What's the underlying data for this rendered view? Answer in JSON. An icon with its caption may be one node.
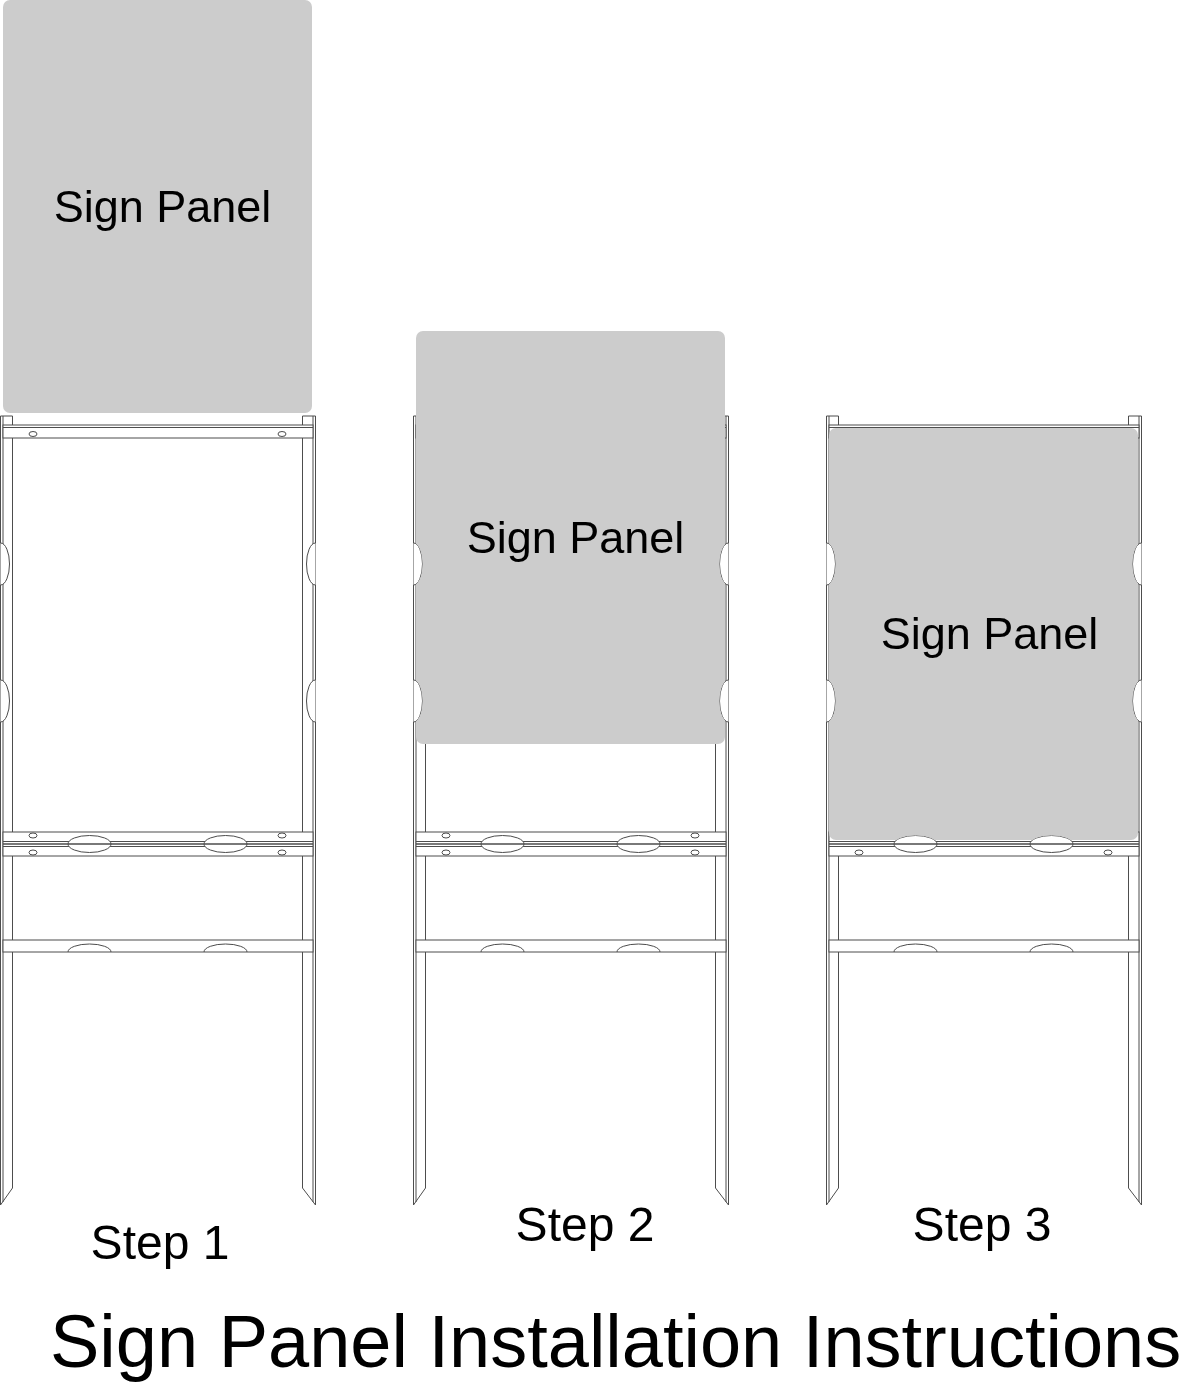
{
  "diagram": {
    "title": "Sign Panel Installation Instructions",
    "nodes": [
      {
        "text": [
          "Sign Panel"
        ]
      },
      {
        "text": [
          "Sign Panel"
        ]
      },
      {
        "text": [
          "Sign Panel"
        ]
      }
    ],
    "labels": [
      "Step 1",
      "Step 2",
      "Step 3"
    ]
  }
}
